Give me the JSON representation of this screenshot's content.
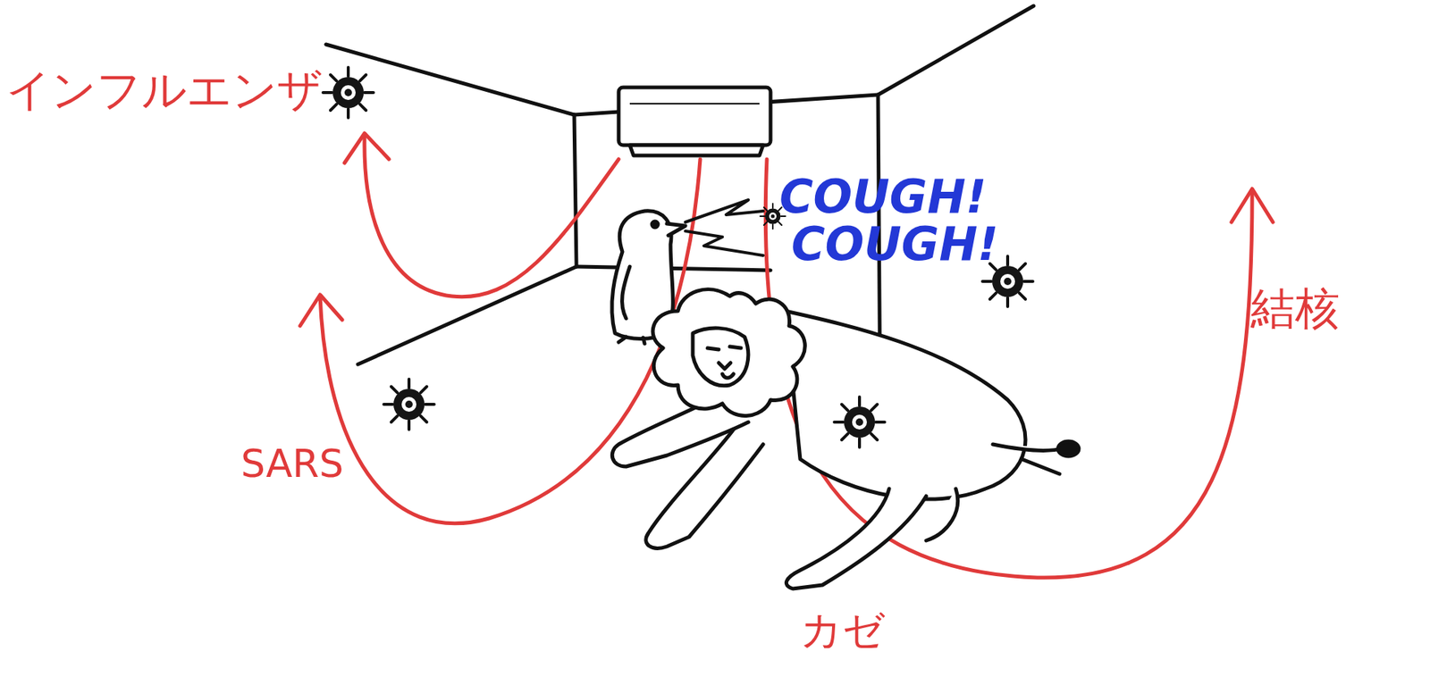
{
  "diagram": {
    "labels": [
      "インフルエンザ",
      "COUGH!",
      "COUGH!",
      "結核",
      "SARS",
      "カゼ"
    ]
  }
}
